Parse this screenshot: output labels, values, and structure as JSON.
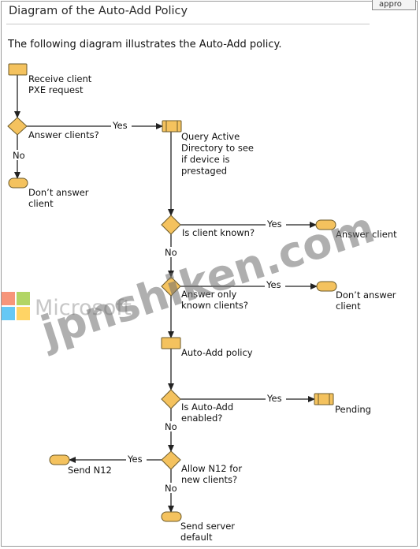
{
  "header": {
    "title": "Diagram of the Auto-Add Policy",
    "corner_tab": "appro",
    "intro": "The following diagram illustrates the Auto-Add policy."
  },
  "nodes": {
    "receive": [
      "Receive client",
      "PXE request"
    ],
    "answer_clients": [
      "Answer clients?"
    ],
    "dont_answer_1": [
      "Don’t answer",
      "client"
    ],
    "query_ad": [
      "Query Active",
      "Directory to see",
      "if device is",
      "prestaged"
    ],
    "is_known": [
      "Is client known?"
    ],
    "answer_client": [
      "Answer client"
    ],
    "answer_only_known": [
      "Answer only",
      "known clients?"
    ],
    "dont_answer_2": [
      "Don’t answer",
      "client"
    ],
    "auto_add_policy": [
      "Auto-Add policy"
    ],
    "is_auto_add": [
      "Is Auto-Add",
      "enabled?"
    ],
    "pending": [
      "Pending"
    ],
    "allow_n12": [
      "Allow N12 for",
      "new clients?"
    ],
    "send_n12": [
      "Send N12"
    ],
    "send_default": [
      "Send server",
      "default"
    ]
  },
  "edges": {
    "yes": "Yes",
    "no": "No"
  },
  "watermark": {
    "microsoft": "Microsoft",
    "site": "jpnshiken.com"
  },
  "colors": {
    "shape_fill": "#f4c25e",
    "shape_stroke": "#6b5a2a",
    "line": "#222222"
  }
}
